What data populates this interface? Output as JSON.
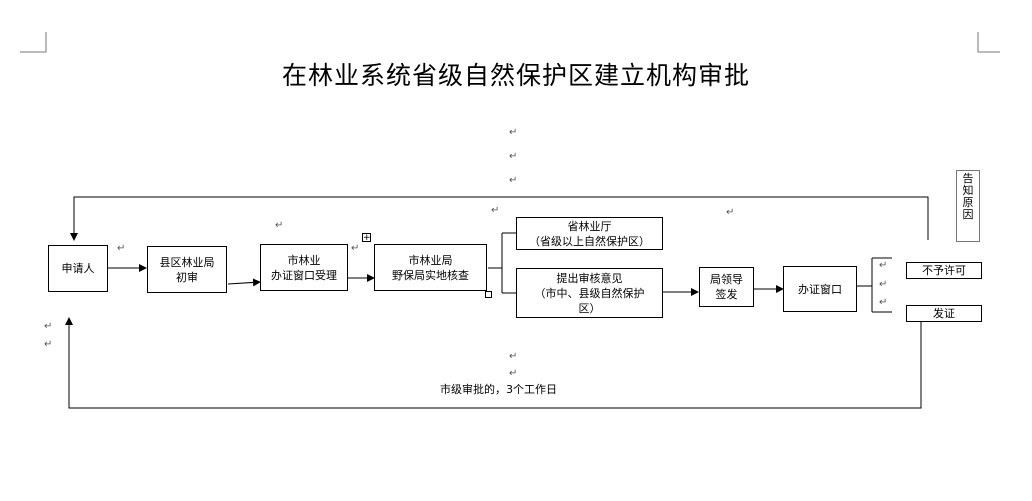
{
  "title": "在林业系统省级自然保护区建立机构审批",
  "para_mark": "↵",
  "nodes": {
    "applicant": "申请人",
    "county_line1": "县区林业局",
    "county_line2": "初审",
    "city_window_line1": "市林业",
    "city_window_line2": "办证窗口受理",
    "city_bureau_line1": "市林业局",
    "city_bureau_line2": "野保局实地核查",
    "province_line1": "省林业厅",
    "province_line2": "（省级以上自然保护区）",
    "opinion_line1": "提出审核意见",
    "opinion_line2": "（市中、县级自然保护",
    "opinion_line3": "区）",
    "leader_line1": "局领导",
    "leader_line2": "签发",
    "window": "办证窗口",
    "deny": "不予许可",
    "issue": "发证",
    "reason": "告知原因"
  },
  "note": "市级审批的，3个工作日"
}
